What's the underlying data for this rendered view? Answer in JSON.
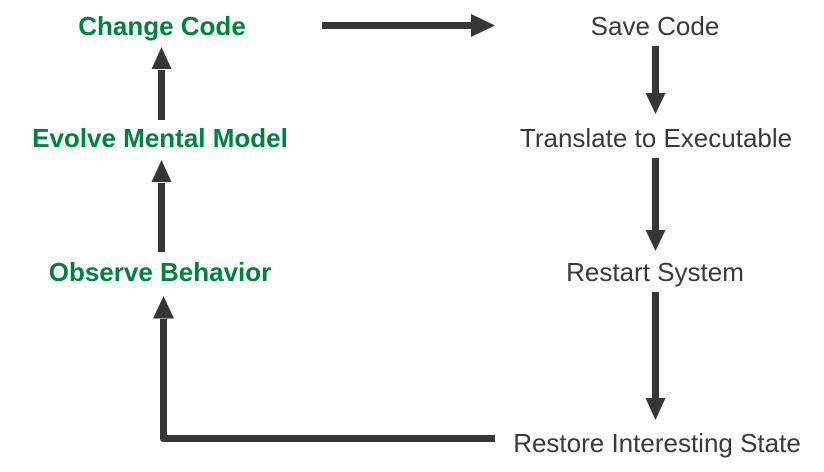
{
  "nodes": {
    "change_code": {
      "label": "Change Code"
    },
    "evolve_mental_model": {
      "label": "Evolve Mental Model"
    },
    "observe_behavior": {
      "label": "Observe Behavior"
    },
    "save_code": {
      "label": "Save Code"
    },
    "translate_to_executable": {
      "label": "Translate to Executable"
    },
    "restart_system": {
      "label": "Restart System"
    },
    "restore_interesting_state": {
      "label": "Restore Interesting State"
    }
  },
  "edges": [
    {
      "from": "Change Code",
      "to": "Save Code"
    },
    {
      "from": "Save Code",
      "to": "Translate to Executable"
    },
    {
      "from": "Translate to Executable",
      "to": "Restart System"
    },
    {
      "from": "Restart System",
      "to": "Restore Interesting State"
    },
    {
      "from": "Restore Interesting State",
      "to": "Observe Behavior"
    },
    {
      "from": "Observe Behavior",
      "to": "Evolve Mental Model"
    },
    {
      "from": "Evolve Mental Model",
      "to": "Change Code"
    }
  ],
  "colors": {
    "left_column_text": "#00823F",
    "right_column_text": "#3a3a3a",
    "arrow": "#363636",
    "background": "#ffffff"
  }
}
